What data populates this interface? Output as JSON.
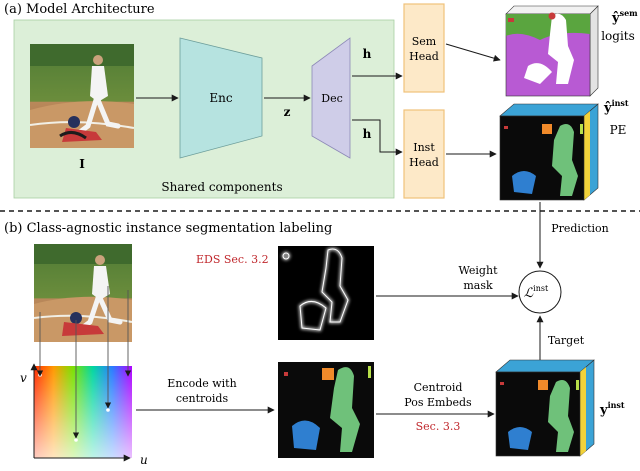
{
  "section_a": {
    "title": "(a) Model Architecture",
    "shared_label": "Shared components",
    "input_label": "I",
    "encoder_label": "Enc",
    "latent_label": "z",
    "decoder_label": "Dec",
    "feature_label_top": "h",
    "feature_label_bottom": "h",
    "sem_head_label": [
      "Sem",
      "Head"
    ],
    "inst_head_label": [
      "Inst",
      "Head"
    ],
    "sem_output_label": "ŷ",
    "sem_output_sup": "sem",
    "sem_output_caption": "logits",
    "inst_output_label": "ŷ",
    "inst_output_sup": "inst",
    "inst_output_caption": "PE"
  },
  "section_b": {
    "title": "(b) Class-agnostic instance segmentation labeling",
    "eds_ref": "EDS Sec. 3.2",
    "weight_mask_label": [
      "Weight",
      "mask"
    ],
    "loss_label": "ℒ",
    "loss_sup": "inst",
    "prediction_label": "Prediction",
    "target_label": "Target",
    "encode_label": [
      "Encode with",
      "centroids"
    ],
    "centroid_label": [
      "Centroid",
      "Pos Embeds"
    ],
    "centroid_ref": "Sec. 3.3",
    "target_output_label": "y",
    "target_output_sup": "inst",
    "axis_u": "u",
    "axis_v": "v"
  },
  "colors": {
    "shared_bg": "#dcefd8",
    "encoder": "#b6e3e0",
    "decoder": "#cfcde8",
    "head_bg": "#fde9c8",
    "head_border": "#f0c27a",
    "ref_red": "#c0282d",
    "mask_green": "#6fc17a",
    "mask_blue": "#2f7fd0",
    "mask_orange": "#f08a2a",
    "sem_purple": "#b85ad3",
    "cube_blue": "#3ba3d6",
    "cube_yellow": "#f2d23a"
  }
}
